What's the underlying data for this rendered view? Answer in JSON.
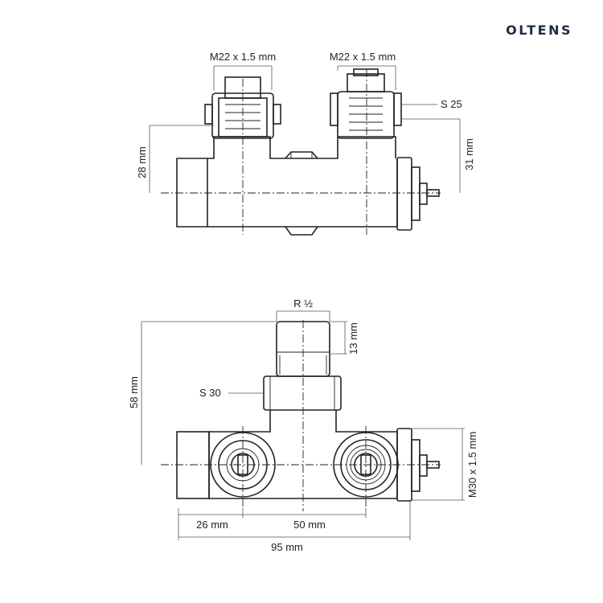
{
  "brand": {
    "name": "OLTENS",
    "color": "#1f2a44"
  },
  "top_view": {
    "label_left_thread": "M22 x 1.5 mm",
    "label_right_thread": "M22 x 1.5 mm",
    "label_wrench": "S 25",
    "label_height_left": "28 mm",
    "label_height_right": "31 mm"
  },
  "front_view": {
    "label_inlet": "R ½",
    "label_inlet_length": "13 mm",
    "label_wrench": "S 30",
    "label_total_height": "58 mm",
    "label_side_thread": "M30 x 1.5 mm",
    "label_offset": "26 mm",
    "label_spacing": "50 mm",
    "label_total_width": "95 mm"
  }
}
